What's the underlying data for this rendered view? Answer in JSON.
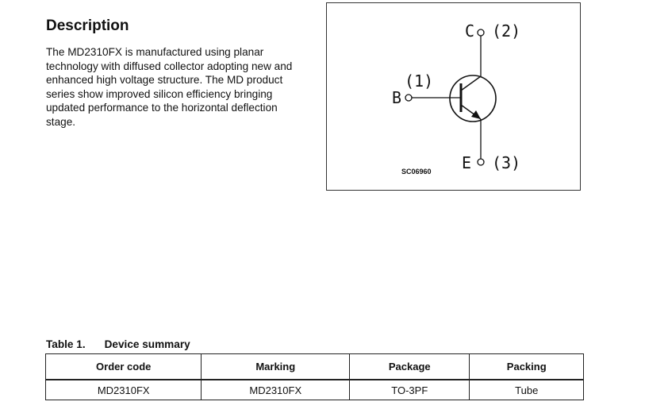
{
  "description": {
    "title": "Description",
    "body": "The MD2310FX is manufactured using planar technology with diffused collector adopting new and enhanced high voltage structure. The MD product series show improved silicon efficiency bringing updated performance to the horizontal deflection stage."
  },
  "schematic": {
    "collector_letter": "C",
    "collector_pin": "(2)",
    "base_letter": "B",
    "base_pin": "(1)",
    "emitter_letter": "E",
    "emitter_pin": "(3)",
    "code": "SC06960"
  },
  "table": {
    "number": "Table 1.",
    "title": "Device summary",
    "headers": [
      "Order code",
      "Marking",
      "Package",
      "Packing"
    ],
    "rows": [
      [
        "MD2310FX",
        "MD2310FX",
        "TO-3PF",
        "Tube"
      ]
    ]
  }
}
